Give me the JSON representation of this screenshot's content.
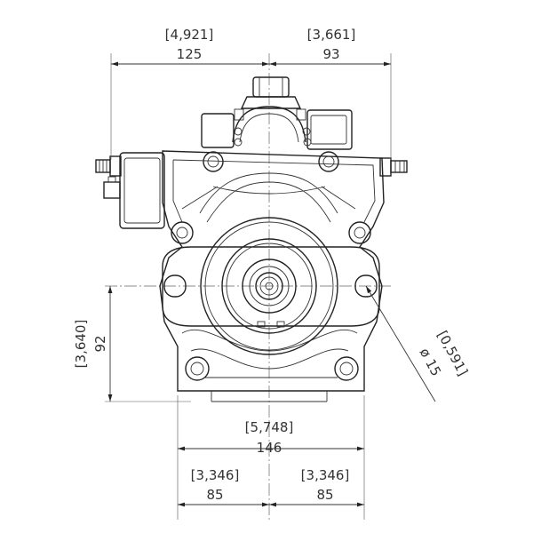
{
  "dimensions": {
    "top_left": {
      "inch": "[4,921]",
      "mm": "125"
    },
    "top_right": {
      "inch": "[3,661]",
      "mm": "93"
    },
    "left_height": {
      "inch": "[3,640]",
      "mm": "92"
    },
    "hole": {
      "inch": "[0,591]",
      "mm": "ø 15"
    },
    "overall_width": {
      "inch": "[5,748]",
      "mm": "146"
    },
    "bottom_left": {
      "inch": "[3,346]",
      "mm": "85"
    },
    "bottom_right": {
      "inch": "[3,346]",
      "mm": "85"
    }
  }
}
